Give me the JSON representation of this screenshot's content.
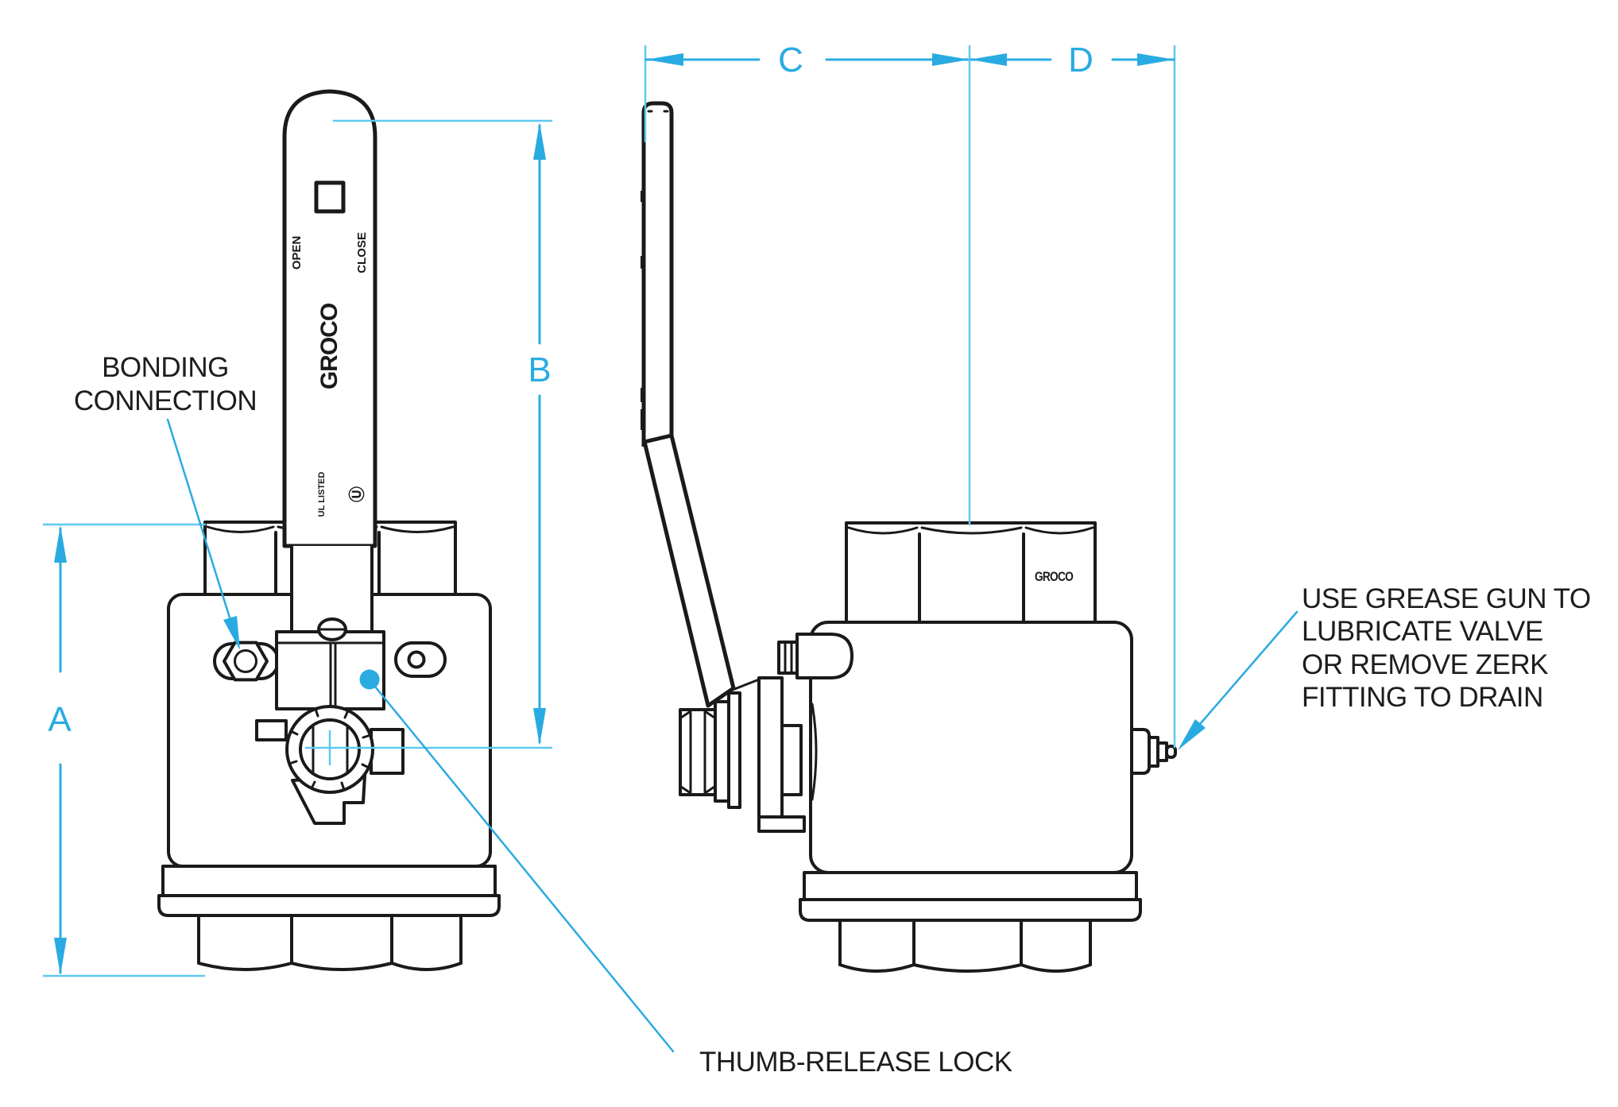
{
  "colors": {
    "drawing_line": "#1A1A1A",
    "text": "#1D1D1B",
    "dimension_accent": "#29ABE2",
    "extension_line": "#5FC9EF",
    "background": "#FFFFFF"
  },
  "dimensions": {
    "a": "A",
    "b": "B",
    "c": "C",
    "d": "D"
  },
  "annotations": {
    "bonding": {
      "line1": "BONDING",
      "line2": "CONNECTION"
    },
    "thumb_lock": {
      "label": "THUMB-RELEASE LOCK"
    },
    "grease_note": {
      "line1": "USE GREASE GUN TO",
      "line2": "LUBRICATE VALVE",
      "line3": "OR REMOVE ZERK",
      "line4": "FITTING TO DRAIN"
    }
  },
  "handle_markings": {
    "brand": "GROCO",
    "open_label": "OPEN",
    "close_label": "CLOSE",
    "ul_label": "UL LISTED",
    "ul_mark": "Ⓤ"
  },
  "body_markings": {
    "brand_stamp": "GROCO"
  }
}
